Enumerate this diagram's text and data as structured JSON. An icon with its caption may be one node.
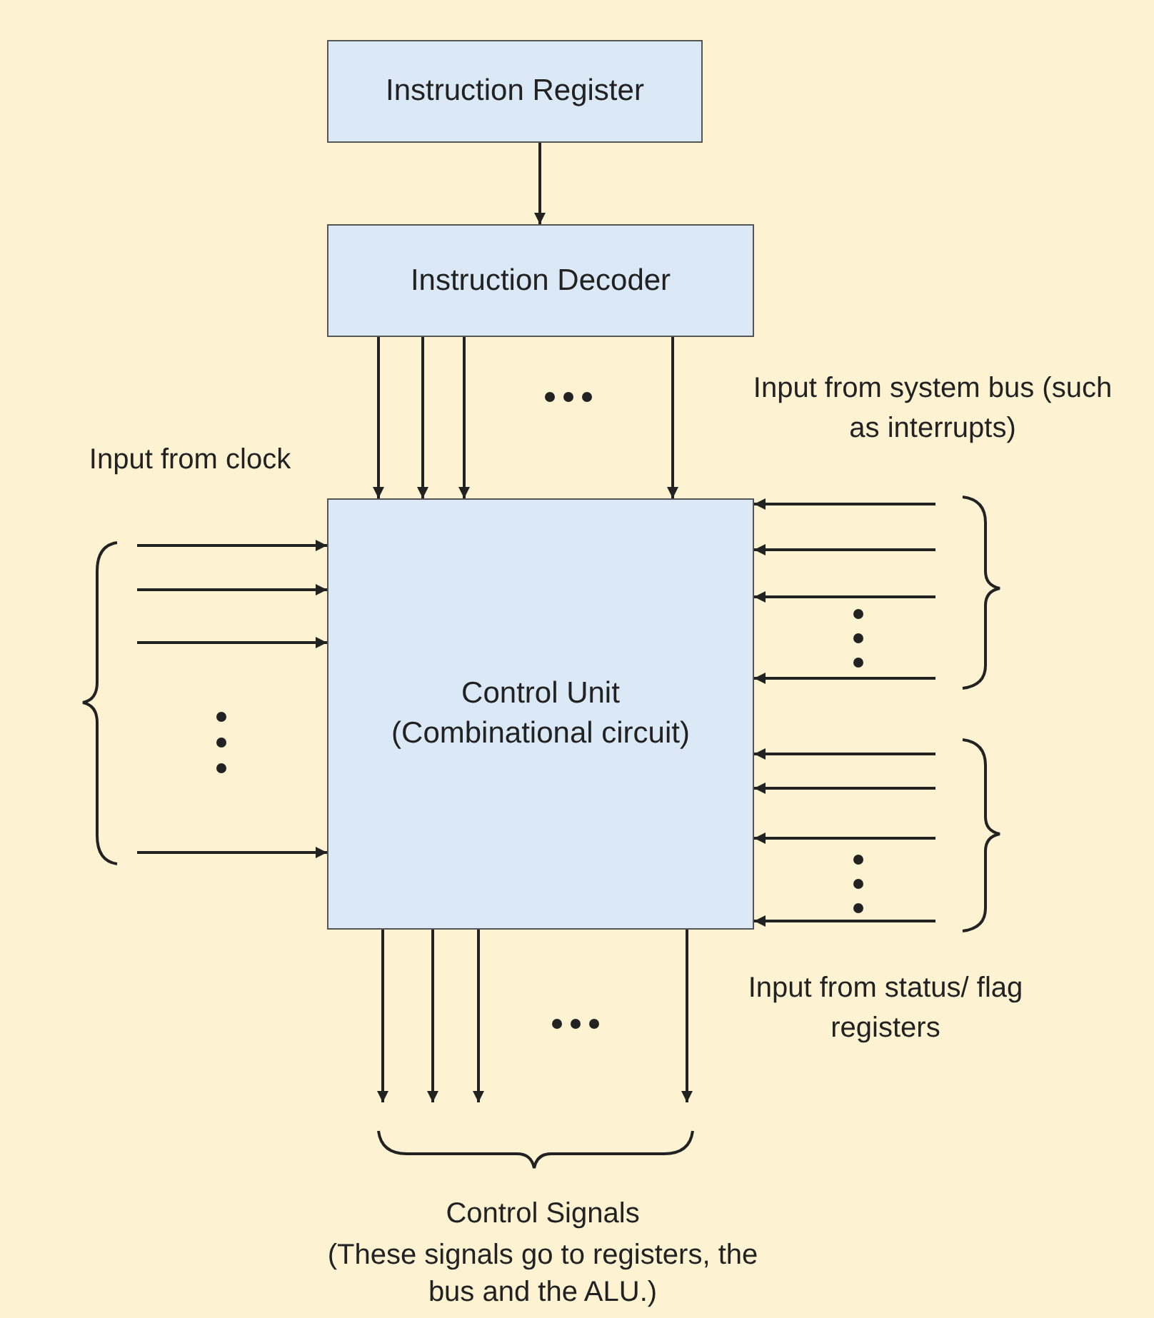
{
  "diagram": {
    "nodes": [
      {
        "text": [
          "Instruction Register"
        ]
      },
      {
        "text": [
          "Instruction Decoder"
        ]
      },
      {
        "text": [
          "Control Unit (Combinational circuit)"
        ]
      }
    ],
    "edges": [
      {
        "from": 0,
        "to": 1,
        "arrow": "to"
      },
      {
        "from": 1,
        "to": 2,
        "arrow": "to"
      },
      {
        "from": 1,
        "to": 2,
        "arrow": "to"
      },
      {
        "from": 1,
        "to": 2,
        "arrow": "to"
      },
      {
        "from": 1,
        "to": 2,
        "arrow": "to"
      },
      {
        "from": null,
        "to": 2,
        "arrow": "to"
      },
      {
        "from": null,
        "to": 2,
        "arrow": "to"
      },
      {
        "from": null,
        "to": 2,
        "arrow": "to"
      },
      {
        "from": null,
        "to": 2,
        "arrow": "to"
      },
      {
        "from": null,
        "to": 2,
        "arrow": "to"
      },
      {
        "from": null,
        "to": 2,
        "arrow": "to"
      },
      {
        "from": null,
        "to": 2,
        "arrow": "to"
      },
      {
        "from": null,
        "to": 2,
        "arrow": "to"
      },
      {
        "from": null,
        "to": 2,
        "arrow": "to"
      },
      {
        "from": null,
        "to": 2,
        "arrow": "to"
      },
      {
        "from": null,
        "to": 2,
        "arrow": "to"
      },
      {
        "from": null,
        "to": 2,
        "arrow": "to"
      },
      {
        "from": 2,
        "to": null,
        "arrow": "to"
      },
      {
        "from": 2,
        "to": null,
        "arrow": "to"
      },
      {
        "from": 2,
        "to": null,
        "arrow": "to"
      },
      {
        "from": 2,
        "to": null,
        "arrow": "to"
      }
    ],
    "labels": [
      "Input from system bus (such as interrupts)",
      "Input from clock",
      "Input from status/ flag registers",
      "Control Signals",
      "(These signals go to registers, the bus and the ALU.)"
    ]
  }
}
